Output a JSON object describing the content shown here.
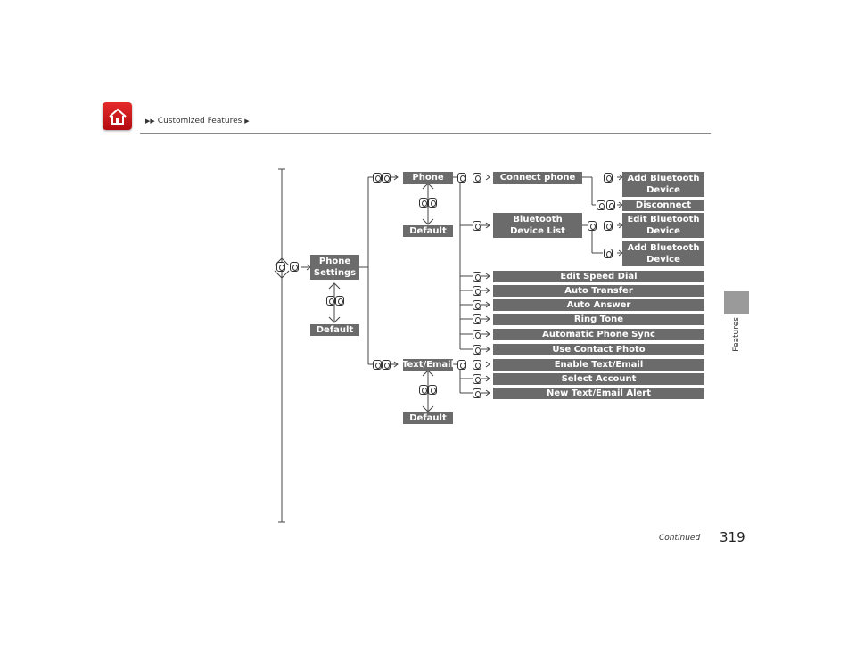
{
  "header": {
    "home_icon": "home-icon",
    "breadcrumb_arrows": "▶▶",
    "breadcrumb_text": "Customized Features",
    "breadcrumb_end": "▶"
  },
  "side_tab": {
    "label": "Features"
  },
  "footer": {
    "continued": "Continued",
    "page_number": "319"
  },
  "tree": {
    "root": {
      "label": "Phone Settings",
      "default": "Default"
    },
    "phone": {
      "label": "Phone",
      "default": "Default",
      "connect_phone": "Connect phone",
      "add_bluetooth_device_1": "Add Bluetooth Device",
      "disconnect": "Disconnect",
      "bluetooth_device_list": "Bluetooth Device List",
      "edit_bluetooth_device": "Edit Bluetooth Device",
      "add_bluetooth_device_2": "Add Bluetooth Device",
      "edit_speed_dial": "Edit Speed Dial",
      "auto_transfer": "Auto Transfer",
      "auto_answer": "Auto Answer",
      "ring_tone": "Ring Tone",
      "automatic_phone_sync": "Automatic Phone Sync",
      "use_contact_photo": "Use Contact Photo"
    },
    "text_email": {
      "label": "Text/Email",
      "default": "Default",
      "enable_text_email": "Enable Text/Email",
      "select_account": "Select Account",
      "new_text_email_alert": "New Text/Email Alert"
    }
  }
}
